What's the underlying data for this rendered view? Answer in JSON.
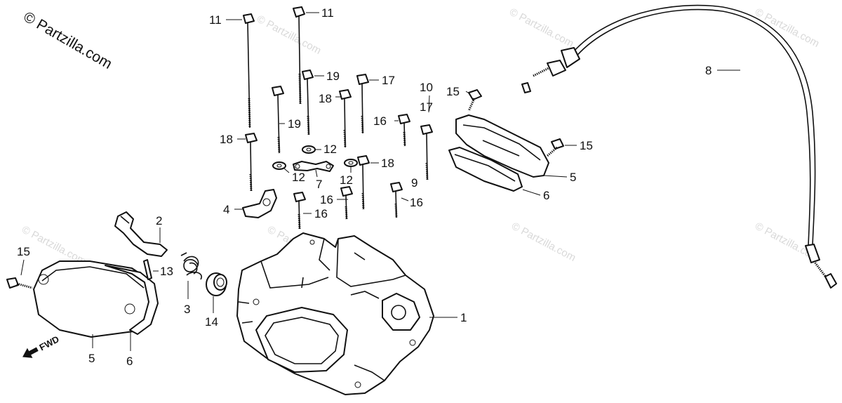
{
  "copyright": "© Partzilla.com",
  "watermark": "© Partzilla.com",
  "fwd_label": "FWD",
  "callouts": {
    "c1": "1",
    "c2": "2",
    "c3": "3",
    "c4": "4",
    "c5a": "5",
    "c5b": "5",
    "c6a": "6",
    "c6b": "6",
    "c7": "7",
    "c8": "8",
    "c9": "9",
    "c10": "10",
    "c11a": "11",
    "c11b": "11",
    "c12a": "12",
    "c12b": "12",
    "c12c": "12",
    "c13": "13",
    "c14": "14",
    "c15a": "15",
    "c15b": "15",
    "c15c": "15",
    "c16a": "16",
    "c16b": "16",
    "c16c": "16",
    "c16d": "16",
    "c17a": "17",
    "c17b": "17",
    "c18a": "18",
    "c18b": "18",
    "c18c": "18",
    "c19a": "19",
    "c19b": "19"
  },
  "colors": {
    "ink": "#111111",
    "watermark": "#d9d9d9",
    "background": "#ffffff"
  }
}
